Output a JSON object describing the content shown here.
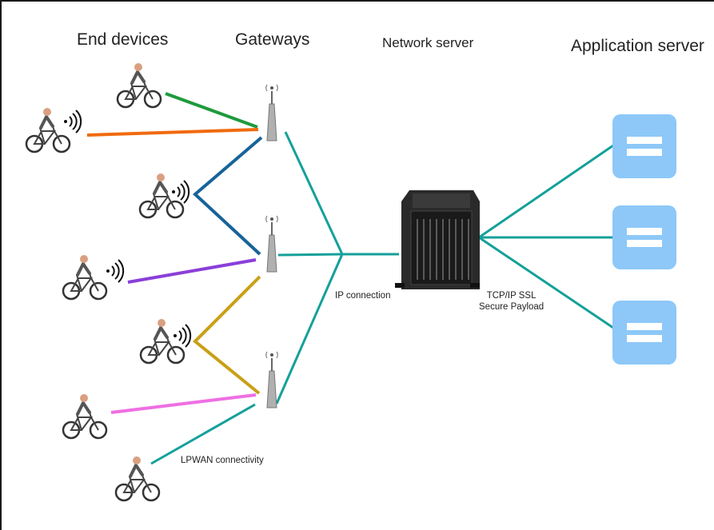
{
  "columns": {
    "end_devices": "End devices",
    "gateways": "Gateways",
    "network_server": "Network server",
    "application_server": "Application server"
  },
  "labels": {
    "ip_connection": "IP connection",
    "tcp_ssl_line1": "TCP/IP SSL",
    "tcp_ssl_line2": "Secure Payload",
    "lpwan": "LPWAN connectivity"
  },
  "icons": {
    "end_device": "cyclist-with-signal-icon",
    "gateway": "antenna-tower-icon",
    "network_server": "tower-server-icon",
    "application_server": "server-tile-icon"
  },
  "colors": {
    "green": "#1e9a3c",
    "orange": "#f06a0f",
    "blue": "#17639a",
    "purple": "#8a3fd8",
    "gold": "#c9a016",
    "pink": "#ee6fe2",
    "teal": "#14a09a",
    "app_tile": "#8dc8f8"
  }
}
